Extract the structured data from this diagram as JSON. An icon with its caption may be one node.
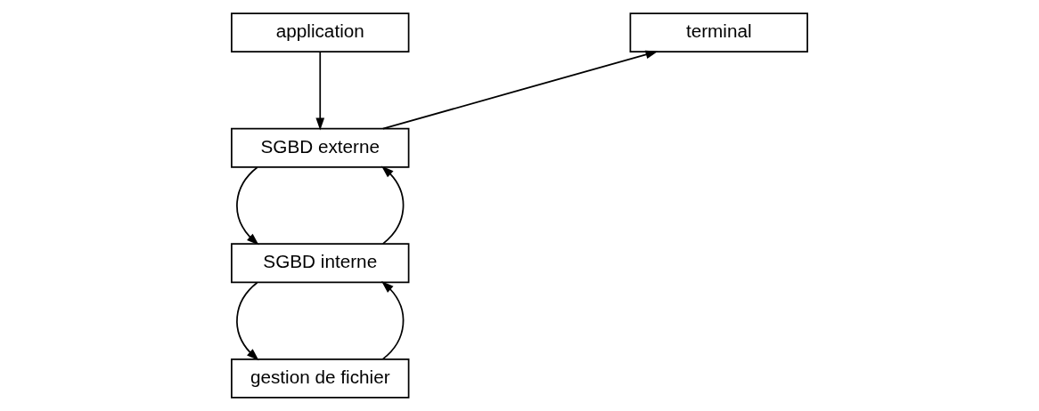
{
  "diagram": {
    "nodes": [
      {
        "text": [
          "application"
        ]
      },
      {
        "text": [
          "terminal"
        ]
      },
      {
        "text": [
          "SGBD externe"
        ]
      },
      {
        "text": [
          "SGBD interne"
        ]
      },
      {
        "text": [
          "gestion de fichier"
        ]
      }
    ],
    "edges": [
      {
        "from": 0,
        "to": 2,
        "arrow": "to"
      },
      {
        "from": 2,
        "to": 1,
        "arrow": "to"
      },
      {
        "from": 2,
        "to": 3,
        "arrow": "to"
      },
      {
        "from": 3,
        "to": 2,
        "arrow": "to"
      },
      {
        "from": 3,
        "to": 4,
        "arrow": "to"
      },
      {
        "from": 4,
        "to": 3,
        "arrow": "to"
      }
    ]
  }
}
